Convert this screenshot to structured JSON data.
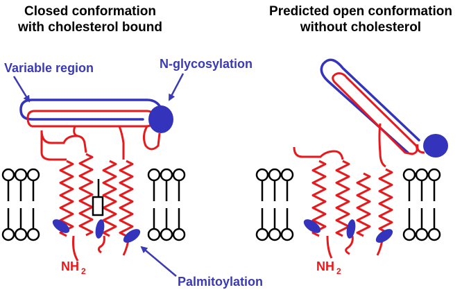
{
  "titles": {
    "left_line1": "Closed conformation",
    "left_line2": "with cholesterol bound",
    "right_line1": "Predicted open conformation",
    "right_line2": "without cholesterol"
  },
  "labels": {
    "variable_region": "Variable region",
    "n_glycosylation": "N-glycosylation",
    "palmitoylation": "Palmitoylation",
    "nh_main": "NH",
    "nh_sub": "2"
  },
  "colors": {
    "protein_red": "#e8191c",
    "loop_blue": "#3333bb",
    "annotation_blue": "#3a3ab4",
    "lipid_black": "#000000"
  }
}
